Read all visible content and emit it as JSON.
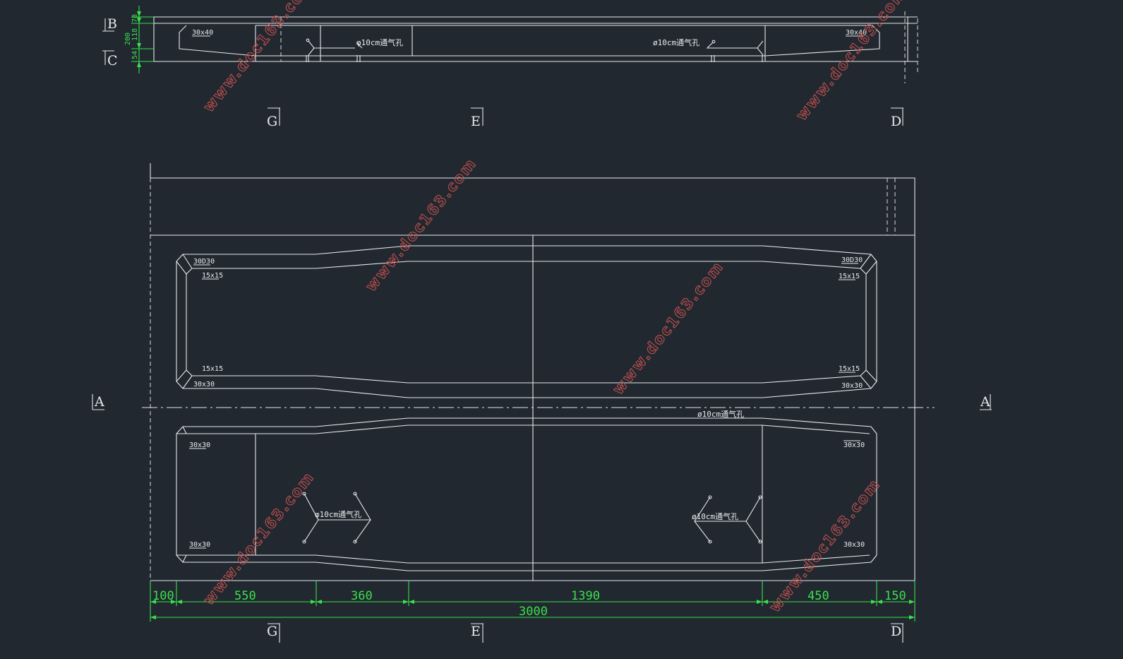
{
  "labels": {
    "chamfer_30x40": "30x40",
    "chamfer_30x30": "30x30",
    "chamfer_30D30": "30D30",
    "chamfer_15x15": "15x15",
    "vent_hole_a": "φ10cm通气孔",
    "vent_hole_b": "ø10cm通气孔"
  },
  "section_marks": {
    "A": "A",
    "B": "B",
    "C": "C",
    "D": "D",
    "E": "E",
    "G": "G"
  },
  "dimensions_top": {
    "d1": "78",
    "d2": "118",
    "d3": "54",
    "total": "200"
  },
  "dimensions_bottom": {
    "d1": "100",
    "d2": "550",
    "d3": "360",
    "d4": "1390",
    "d5": "450",
    "d6": "150",
    "total": "3000"
  },
  "watermark": "www.doc163.com",
  "colors": {
    "background": "#212830",
    "line": "#e8eaec",
    "dimension": "#39e04a",
    "watermark": "#c0504d"
  }
}
